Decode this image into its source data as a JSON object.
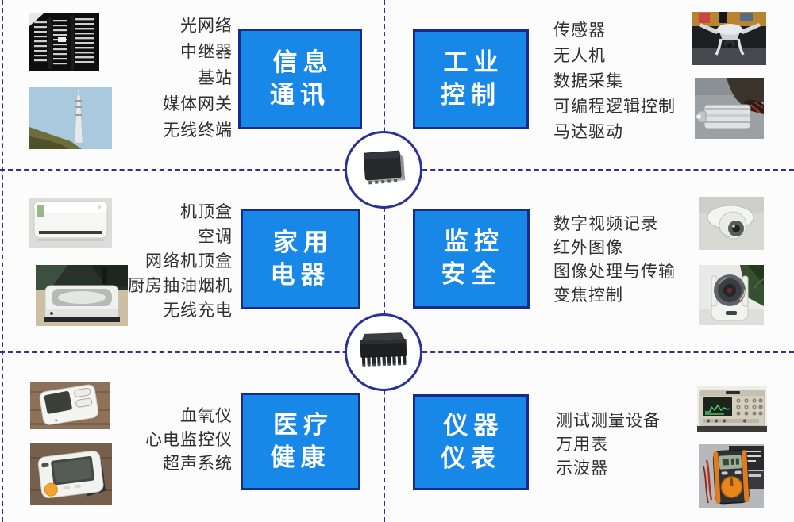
{
  "sections": [
    {
      "name": "info-comm",
      "label": "信息\n通讯",
      "items": [
        "光网络",
        "中继器",
        "基站",
        "媒体网关",
        "无线终端"
      ]
    },
    {
      "name": "industrial-control",
      "label": "工业\n控制",
      "items": [
        "传感器",
        "无人机",
        "数据采集",
        "可编程逻辑控制",
        "马达驱动"
      ]
    },
    {
      "name": "home-appliances",
      "label": "家用\n电器",
      "items": [
        "机顶盒",
        "空调",
        "网络机顶盒",
        "厨房抽油烟机",
        "无线充电"
      ]
    },
    {
      "name": "surveillance-security",
      "label": "监控\n安全",
      "items": [
        "数字视频记录",
        "红外图像",
        "图像处理与传输",
        "变焦控制"
      ]
    },
    {
      "name": "medical-health",
      "label": "医疗\n健康",
      "items": [
        "血氧仪",
        "心电监控仪",
        "超声系统"
      ]
    },
    {
      "name": "instrumentation",
      "label": "仪器\n仪表",
      "items": [
        "测试测量设备",
        "万用表",
        "示波器"
      ]
    }
  ],
  "colors": {
    "box_fill": "#1787e8",
    "box_border": "#182a8c",
    "dashed_line": "#2d2f9e",
    "list_text": "#2f2f2f",
    "box_text": "#ffffff",
    "background": "#fcfcfc"
  },
  "photos": [
    "telecom-rack-photo",
    "signal-tower-photo",
    "air-conditioner-photo",
    "wireless-charging-photo",
    "oximeter-photo",
    "bp-monitor-photo",
    "drone-photo",
    "motor-photo",
    "dome-camera-photo",
    "ptz-camera-photo",
    "oscilloscope-photo",
    "multimeter-photo",
    "bare-chip-photo",
    "ic-chip-photo"
  ]
}
